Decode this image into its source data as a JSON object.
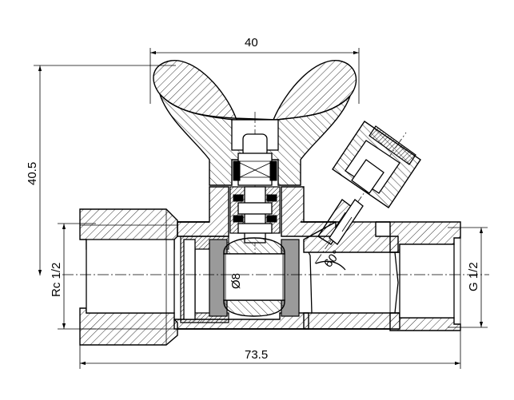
{
  "dimensions": {
    "top_width": "40",
    "overall_height": "40.5",
    "left_thread": "Rc 1/2",
    "right_thread": "G 1/2",
    "overall_length": "73.5",
    "ball_bore": "Ø8",
    "angle": "60°"
  }
}
